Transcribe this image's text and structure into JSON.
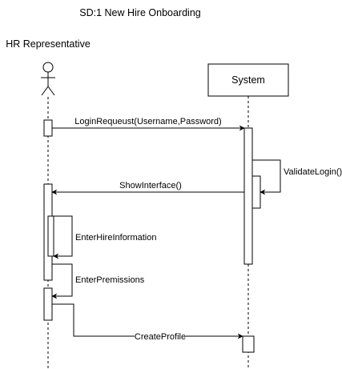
{
  "diagram": {
    "title": "SD:1 New Hire Onboarding",
    "actor_label": "HR Representative",
    "system_label": "System",
    "messages": {
      "login": "LoginRequeust(Username,Password)",
      "validate": "ValidateLogin()",
      "show_interface": "ShowInterface()",
      "enter_hire_info": "EnterHireInformation",
      "enter_permissions": "EnterPremissions",
      "create_profile": "CreateProfile"
    }
  }
}
